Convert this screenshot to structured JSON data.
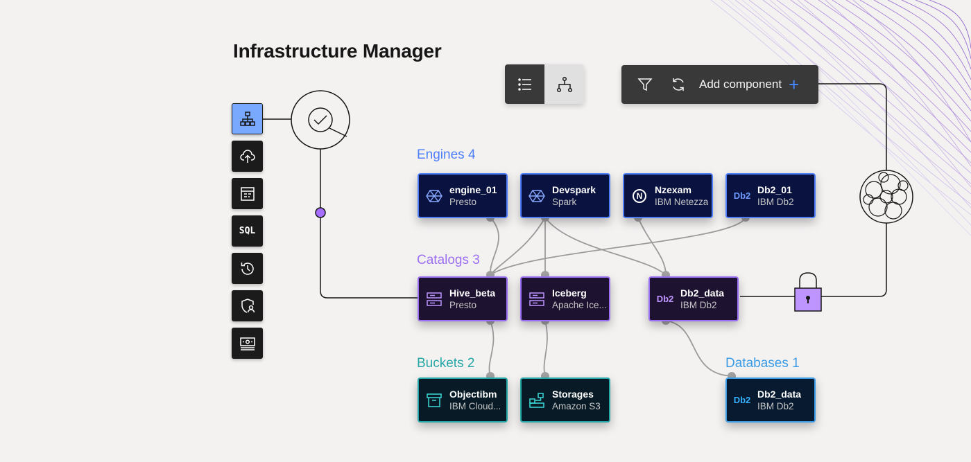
{
  "colors": {
    "background": "#f4f2f1",
    "engines": "#4d7df7",
    "catalogs": "#9b6ff2",
    "buckets": "#25a7a8",
    "databases": "#3a9be6",
    "toolbar": "#393939",
    "active_nav": "#78a9ff"
  },
  "header": {
    "title": "Infrastructure Manager"
  },
  "sidebar": {
    "items": [
      {
        "icon": "infrastructure-icon",
        "active": true
      },
      {
        "icon": "cloud-upload-icon"
      },
      {
        "icon": "data-explorer-icon"
      },
      {
        "icon": "sql-icon",
        "label": "SQL"
      },
      {
        "icon": "history-icon"
      },
      {
        "icon": "access-control-icon"
      },
      {
        "icon": "billing-icon"
      }
    ]
  },
  "view_switcher": [
    {
      "icon": "list-view-icon",
      "selected": false
    },
    {
      "icon": "topology-view-icon",
      "selected": true
    }
  ],
  "toolbar": {
    "filter_icon": "filter-icon",
    "refresh_icon": "refresh-icon",
    "add_label": "Add component",
    "add_icon": "plus-icon"
  },
  "sections": {
    "engines": "Engines 4",
    "catalogs": "Catalogs 3",
    "buckets": "Buckets 2",
    "databases": "Databases 1"
  },
  "engines": [
    {
      "name": "engine_01",
      "type": "Presto",
      "icon": "presto-icon"
    },
    {
      "name": "Devspark",
      "type": "Spark",
      "icon": "spark-icon"
    },
    {
      "name": "Nzexam",
      "type": "IBM Netezza",
      "icon": "netezza-icon",
      "icon_text": "N"
    },
    {
      "name": "Db2_01",
      "type": "IBM Db2",
      "icon": "db2-icon",
      "icon_text": "Db2"
    }
  ],
  "catalogs": [
    {
      "name": "Hive_beta",
      "type": "Presto",
      "icon": "catalog-icon"
    },
    {
      "name": "Iceberg",
      "type": "Apache Ice...",
      "icon": "catalog-icon"
    },
    {
      "name": "Db2_data",
      "type": "IBM Db2",
      "icon": "db2-icon",
      "icon_text": "Db2"
    }
  ],
  "buckets": [
    {
      "name": "Objectibm",
      "type": "IBM  Cloud...",
      "icon": "object-storage-icon"
    },
    {
      "name": "Storages",
      "type": "Amazon S3",
      "icon": "s3-storage-icon"
    }
  ],
  "databases": [
    {
      "name": "Db2_data",
      "type": "IBM Db2",
      "icon": "db2-icon",
      "icon_text": "Db2"
    }
  ],
  "decor": {
    "status_icon": "check-circle-icon",
    "lock_icon": "lock-icon",
    "cluster_icon": "bubble-cluster-icon"
  }
}
